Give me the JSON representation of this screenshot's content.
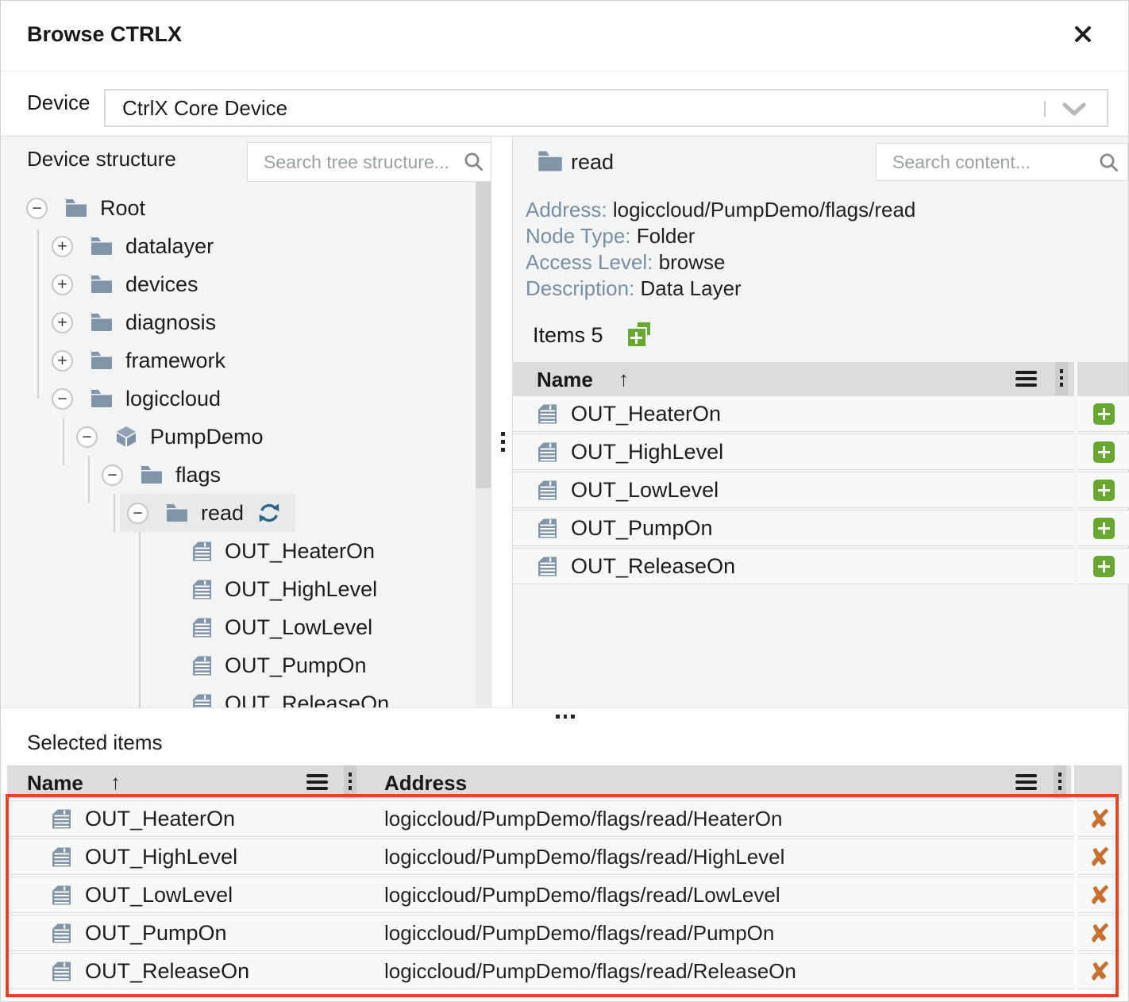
{
  "dialog": {
    "title": "Browse CTRLX"
  },
  "device": {
    "label": "Device",
    "value": "CtrlX Core Device"
  },
  "left_panel": {
    "title": "Device structure",
    "search_placeholder": "Search tree structure...",
    "tree": [
      {
        "label": "Root",
        "toggle": "minus",
        "icon": "folder",
        "level": 0
      },
      {
        "label": "datalayer",
        "toggle": "plus",
        "icon": "folder",
        "level": 1
      },
      {
        "label": "devices",
        "toggle": "plus",
        "icon": "folder",
        "level": 1
      },
      {
        "label": "diagnosis",
        "toggle": "plus",
        "icon": "folder",
        "level": 1
      },
      {
        "label": "framework",
        "toggle": "plus",
        "icon": "folder",
        "level": 1
      },
      {
        "label": "logiccloud",
        "toggle": "minus",
        "icon": "folder",
        "level": 1
      },
      {
        "label": "PumpDemo",
        "toggle": "minus",
        "icon": "cube",
        "level": 2
      },
      {
        "label": "flags",
        "toggle": "minus",
        "icon": "folder",
        "level": 3
      },
      {
        "label": "read",
        "toggle": "minus",
        "icon": "folder",
        "level": 4,
        "selected": true,
        "refresh": true
      },
      {
        "label": "OUT_HeaterOn",
        "icon": "doc",
        "level": 5
      },
      {
        "label": "OUT_HighLevel",
        "icon": "doc",
        "level": 5
      },
      {
        "label": "OUT_LowLevel",
        "icon": "doc",
        "level": 5
      },
      {
        "label": "OUT_PumpOn",
        "icon": "doc",
        "level": 5
      },
      {
        "label": "OUT_ReleaseOn",
        "icon": "doc",
        "level": 5
      }
    ]
  },
  "right_panel": {
    "node_title": "read",
    "search_placeholder": "Search content...",
    "details": [
      {
        "label": "Address:",
        "value": "logiccloud/PumpDemo/flags/read"
      },
      {
        "label": "Node Type:",
        "value": "Folder"
      },
      {
        "label": "Access Level:",
        "value": "browse"
      },
      {
        "label": "Description:",
        "value": "Data Layer"
      }
    ],
    "items_label": "Items 5",
    "table": {
      "name_header": "Name",
      "sort_icon": "↑",
      "rows": [
        "OUT_HeaterOn",
        "OUT_HighLevel",
        "OUT_LowLevel",
        "OUT_PumpOn",
        "OUT_ReleaseOn"
      ]
    }
  },
  "selected_items": {
    "title": "Selected items",
    "name_header": "Name",
    "address_header": "Address",
    "sort_icon": "↑",
    "rows": [
      {
        "name": "OUT_HeaterOn",
        "address": "logiccloud/PumpDemo/flags/read/HeaterOn"
      },
      {
        "name": "OUT_HighLevel",
        "address": "logiccloud/PumpDemo/flags/read/HighLevel"
      },
      {
        "name": "OUT_LowLevel",
        "address": "logiccloud/PumpDemo/flags/read/LowLevel"
      },
      {
        "name": "OUT_PumpOn",
        "address": "logiccloud/PumpDemo/flags/read/PumpOn"
      },
      {
        "name": "OUT_ReleaseOn",
        "address": "logiccloud/PumpDemo/flags/read/ReleaseOn"
      }
    ]
  },
  "colors": {
    "accent_green": "#69a733",
    "delete_orange": "#c8702e",
    "highlight_red": "#e8421f",
    "icon_blue": "#8294a8",
    "refresh_blue": "#2e6486"
  }
}
